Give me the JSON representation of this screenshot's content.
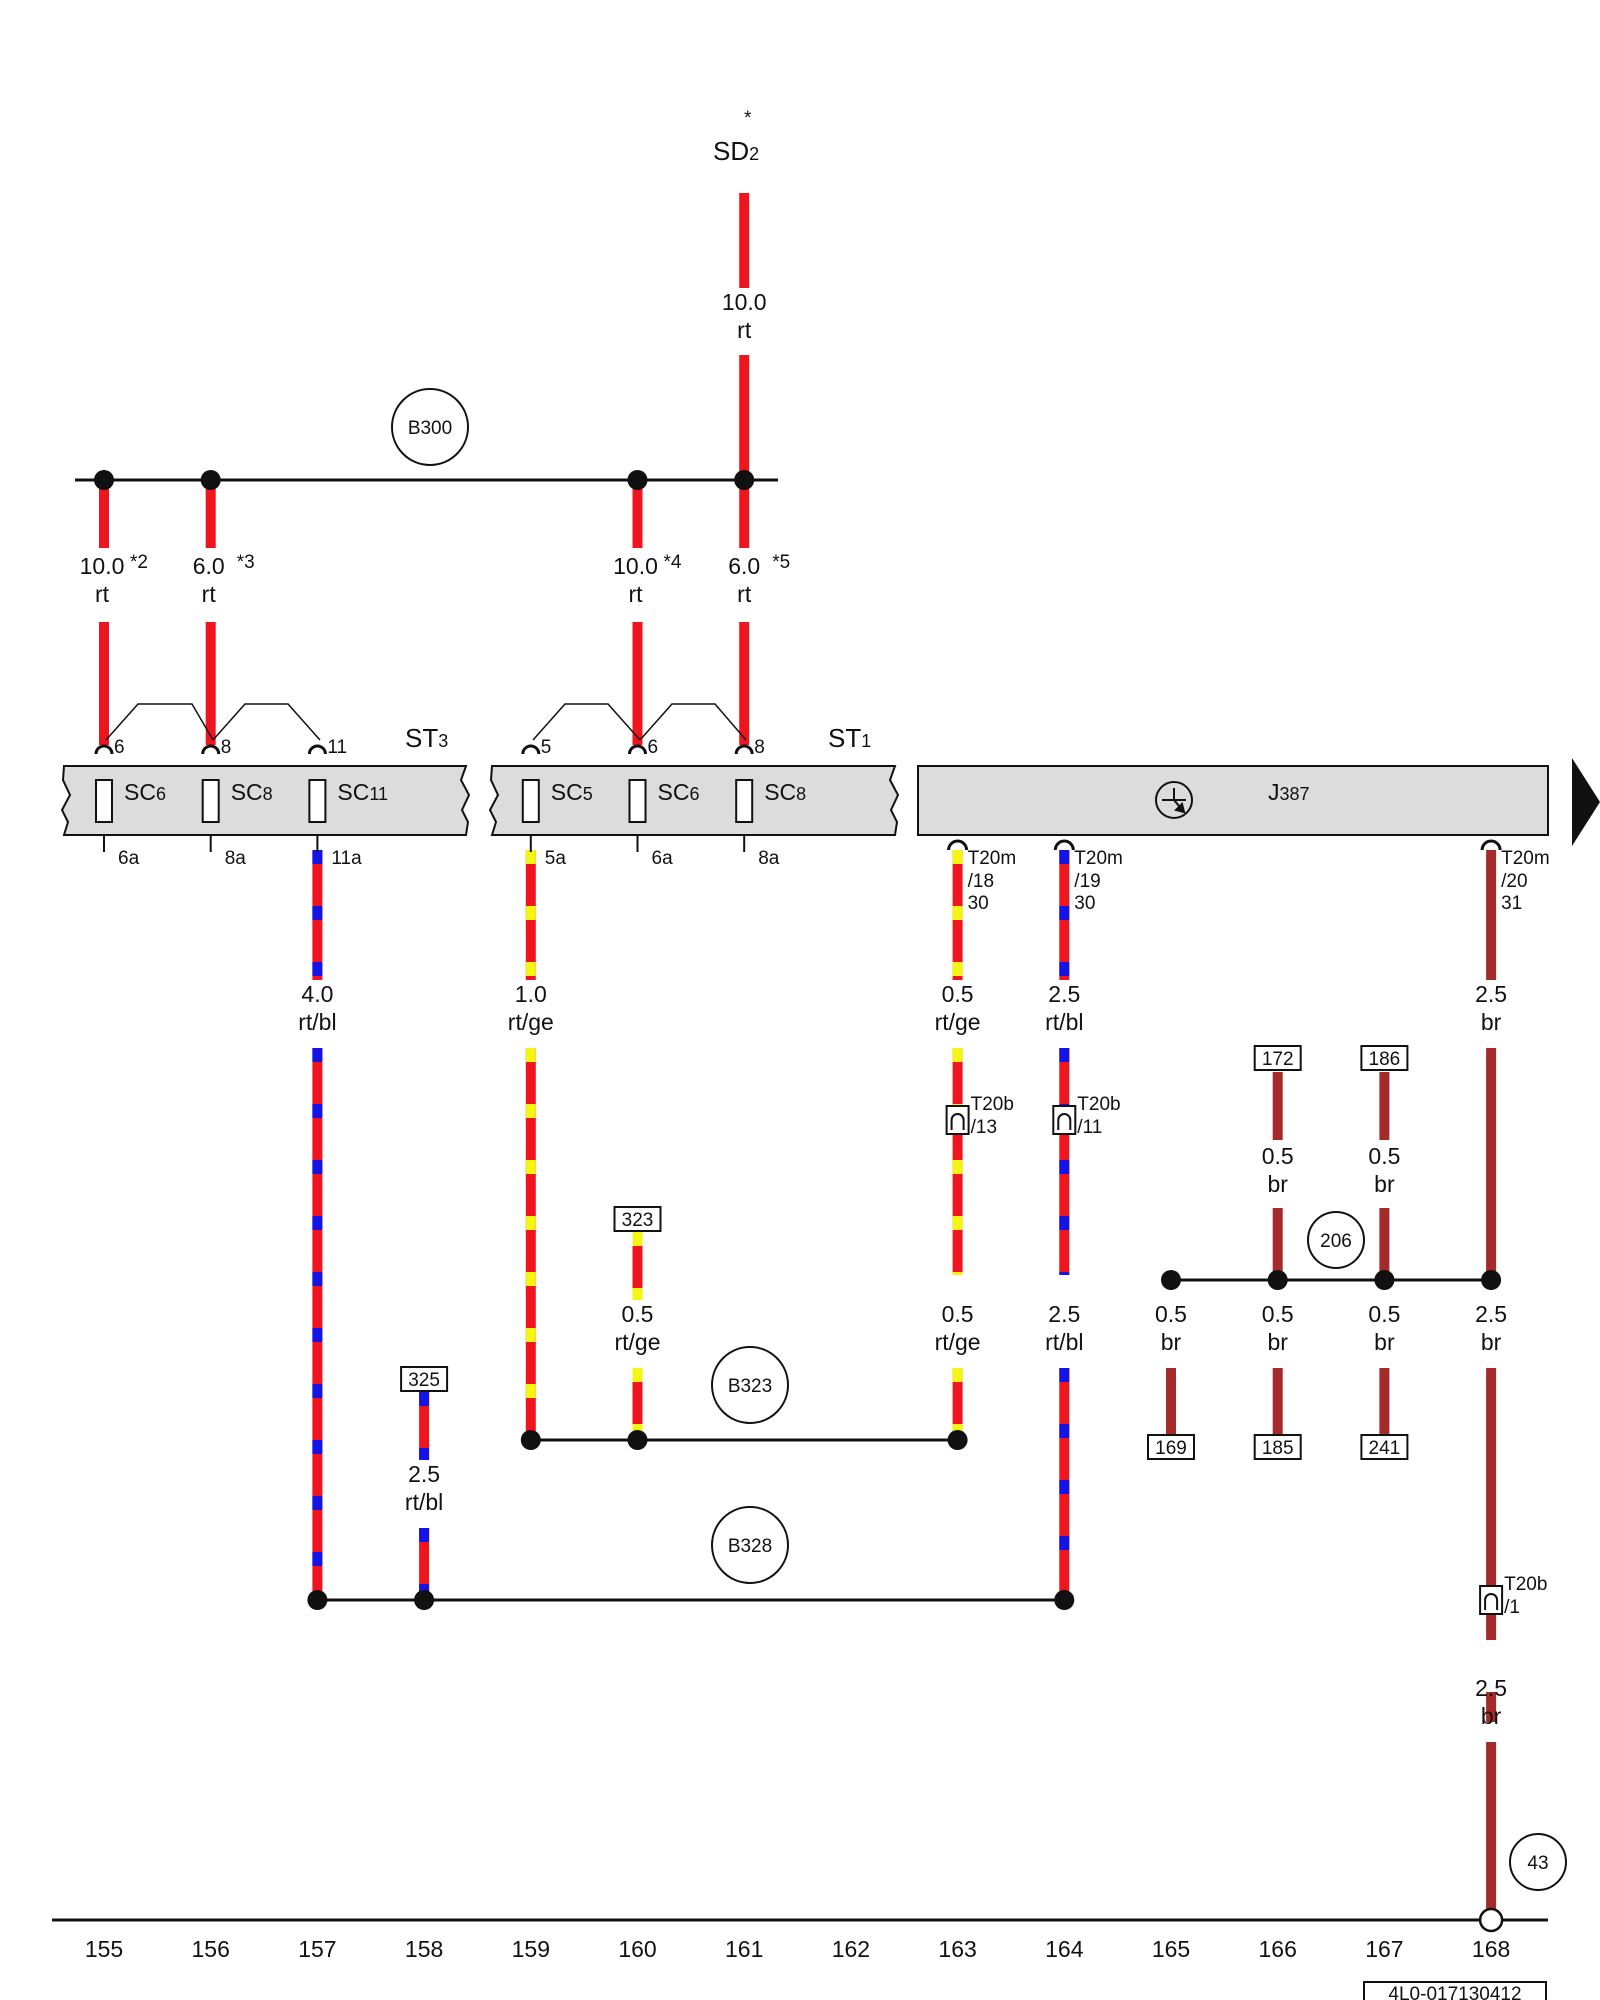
{
  "colors": {
    "rt": "#f0141e",
    "bl": "#1414e6",
    "ge": "#f5f514",
    "br": "#a52a2a",
    "rail_fill": "#dcdcdc",
    "line": "#111111"
  },
  "top": {
    "terminal_star": "*",
    "terminal": "SD2",
    "terminal_main": "SD",
    "terminal_sub": "2"
  },
  "rails": {
    "st3": {
      "name_main": "ST",
      "name_sub": "3",
      "fuses": [
        {
          "main": "SC",
          "sub": "6",
          "top_pin": "6",
          "bottom_pin": "6a"
        },
        {
          "main": "SC",
          "sub": "8",
          "top_pin": "8",
          "bottom_pin": "8a"
        },
        {
          "main": "SC",
          "sub": "11",
          "top_pin": "11",
          "bottom_pin": "11a"
        }
      ]
    },
    "st1": {
      "name_main": "ST",
      "name_sub": "1",
      "fuses": [
        {
          "main": "SC",
          "sub": "5",
          "top_pin": "5",
          "bottom_pin": "5a"
        },
        {
          "main": "SC",
          "sub": "6",
          "top_pin": "6",
          "bottom_pin": "6a"
        },
        {
          "main": "SC",
          "sub": "8",
          "top_pin": "8",
          "bottom_pin": "8a"
        }
      ]
    },
    "j387": {
      "name_main": "J",
      "name_sub": "387"
    }
  },
  "nodes": {
    "b300": "B300",
    "b323": "B323",
    "b328": "B328",
    "n206": "206",
    "n43": "43"
  },
  "wire_labels": {
    "sd2_gauge": "10.0",
    "sd2_color": "rt",
    "w155_gauge": "10.0",
    "w155_note": "*2",
    "w155_color": "rt",
    "w156_gauge": "6.0",
    "w156_note": "*3",
    "w156_color": "rt",
    "w160_gauge": "10.0",
    "w160_note": "*4",
    "w160_color": "rt",
    "w161_gauge": "6.0",
    "w161_note": "*5",
    "w161_color": "rt",
    "w157_gauge": "4.0",
    "w157_color": "rt/bl",
    "w159_gauge": "1.0",
    "w159_color": "rt/ge",
    "w163a_gauge": "0.5",
    "w163a_color": "rt/ge",
    "w164a_gauge": "2.5",
    "w164a_color": "rt/bl",
    "w168a_gauge": "2.5",
    "w168a_color": "br",
    "w166t_gauge": "0.5",
    "w166t_color": "br",
    "w167t_gauge": "0.5",
    "w167t_color": "br",
    "w160b_gauge": "0.5",
    "w160b_color": "rt/ge",
    "w163b_gauge": "0.5",
    "w163b_color": "rt/ge",
    "w164b_gauge": "2.5",
    "w164b_color": "rt/bl",
    "w165_gauge": "0.5",
    "w165_color": "br",
    "w166b_gauge": "0.5",
    "w166b_color": "br",
    "w167b_gauge": "0.5",
    "w167b_color": "br",
    "w168b_gauge": "2.5",
    "w168b_color": "br",
    "w158_gauge": "2.5",
    "w158_color": "rt/bl",
    "w168c_gauge": "2.5",
    "w168c_color": "br"
  },
  "connectors": {
    "j163_a": "T20m",
    "j163_b": "/18",
    "j163_c": "30",
    "j164_a": "T20m",
    "j164_b": "/19",
    "j164_c": "30",
    "j168_a": "T20m",
    "j168_b": "/20",
    "j168_c": "31",
    "c163_a": "T20b",
    "c163_b": "/13",
    "c164_a": "T20b",
    "c164_b": "/11",
    "c168_a": "T20b",
    "c168_b": "/1"
  },
  "refs": [
    "172",
    "186",
    "323",
    "325",
    "169",
    "185",
    "241"
  ],
  "columns": [
    "155",
    "156",
    "157",
    "158",
    "159",
    "160",
    "161",
    "162",
    "163",
    "164",
    "165",
    "166",
    "167",
    "168"
  ],
  "footer_code": "4L0-017130412"
}
